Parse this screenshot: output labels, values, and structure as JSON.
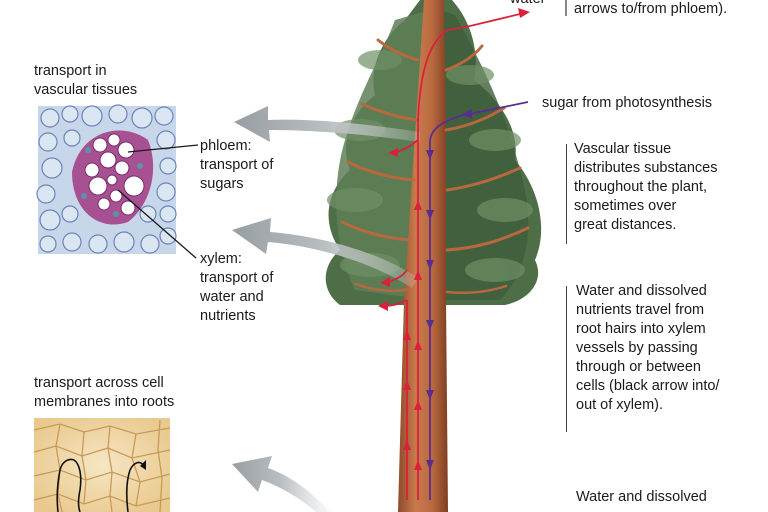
{
  "labels": {
    "top_water": "water",
    "top_note": "arrows to/from phloem).",
    "vascular_heading": [
      "transport in",
      "vascular tissues"
    ],
    "phloem": [
      "phloem:",
      "transport of",
      "sugars"
    ],
    "xylem": [
      "xylem:",
      "transport of",
      "water and",
      "nutrients"
    ],
    "sugar": "sugar from photosynthesis",
    "vascular_text": [
      "Vascular tissue",
      "distributes substances",
      "throughout the plant,",
      "sometimes over",
      "great distances."
    ],
    "water_text": [
      "Water and dissolved",
      "nutrients travel from",
      "root hairs into xylem",
      "vessels by passing",
      "through or between",
      "cells (black arrow into/",
      "out of xylem)."
    ],
    "roots_heading": [
      "transport across cell",
      "membranes into roots"
    ],
    "bottom_text": "Water and dissolved"
  },
  "colors": {
    "xylem_arrow": "#d9223a",
    "phloem_arrow": "#5b2d91",
    "bark": "#b8683e",
    "foliage": "#4e6e48",
    "grey_arrow": "#a7acaf"
  }
}
